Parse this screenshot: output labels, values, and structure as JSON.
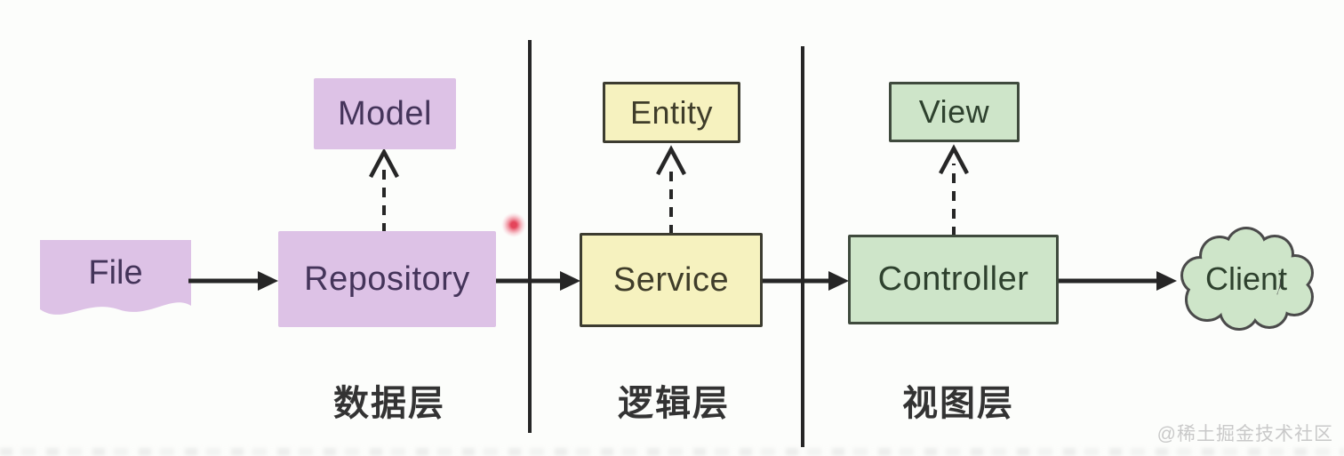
{
  "diagram": {
    "nodes": {
      "file": "File",
      "repository": "Repository",
      "model": "Model",
      "service": "Service",
      "entity": "Entity",
      "controller": "Controller",
      "view": "View",
      "client": "Client"
    },
    "layers": [
      {
        "label": "数据层"
      },
      {
        "label": "逻辑层"
      },
      {
        "label": "视图层"
      }
    ],
    "watermark": "@稀土掘金技术社区",
    "colors": {
      "background": "#fcfdfb",
      "purple_fill": "#ddc2e6",
      "purple_text": "#44345a",
      "yellow_fill": "#f6f2bf",
      "yellow_border": "#3c3c30",
      "green_fill": "#cee5c9",
      "green_border": "#3f4a3d",
      "arrow": "#262626",
      "layer_caption_text": "#333333",
      "watermark_text": "#c9c9c9",
      "laser_dot": "#e33b52"
    }
  }
}
